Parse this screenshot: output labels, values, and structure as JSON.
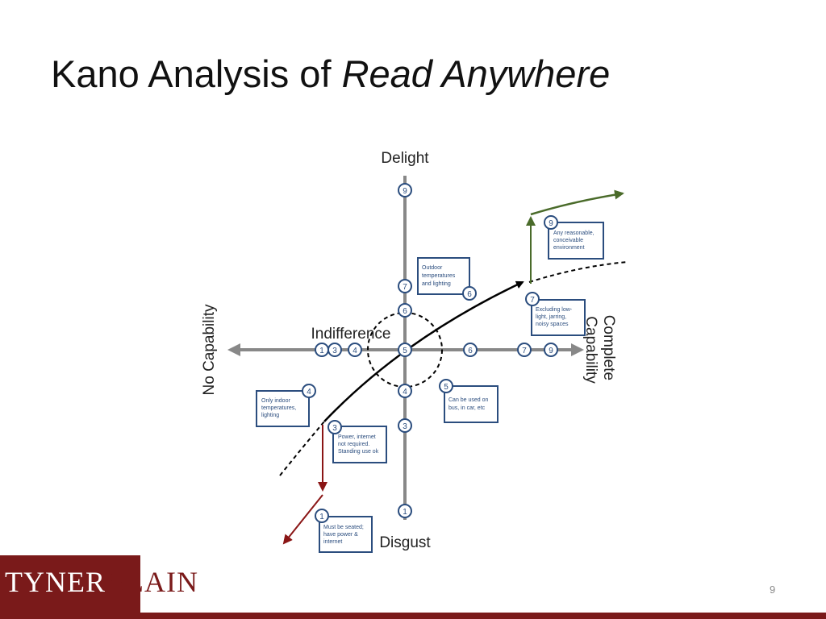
{
  "slide": {
    "title_plain": "Kano Analysis of ",
    "title_italic": "Read Anywhere",
    "page_number": "9"
  },
  "brand": {
    "word1": "TYNER",
    "word2": "BLAIN",
    "color": "#7a1a1a"
  },
  "diagram": {
    "axis_labels": {
      "top": "Delight",
      "bottom": "Disgust",
      "left": "No Capability",
      "right_line1": "Complete",
      "right_line2": "Capability",
      "center": "Indifference"
    },
    "colors": {
      "axis": "#888888",
      "node": "#2b4d7e",
      "green_arrow": "#4a6b2a",
      "red_arrow": "#8a1515",
      "curve": "#000000"
    },
    "nodes": [
      {
        "label": "9"
      },
      {
        "label": "7"
      },
      {
        "label": "6"
      },
      {
        "label": "4"
      },
      {
        "label": "3"
      },
      {
        "label": "1"
      },
      {
        "label": "1"
      },
      {
        "label": "3"
      },
      {
        "label": "4"
      },
      {
        "label": "5"
      },
      {
        "label": "6"
      },
      {
        "label": "7"
      },
      {
        "label": "9"
      },
      {
        "label": "6"
      },
      {
        "label": "9"
      },
      {
        "label": "7"
      },
      {
        "label": "5"
      },
      {
        "label": "4"
      },
      {
        "label": "3"
      },
      {
        "label": "1"
      }
    ],
    "notes": [
      {
        "lines": [
          "Outdoor",
          "temperatures",
          "and lighting"
        ]
      },
      {
        "lines": [
          "Any reasonable,",
          "conceivable",
          "environment"
        ]
      },
      {
        "lines": [
          "Excluding low-",
          "light, jarring,",
          "noisy spaces"
        ]
      },
      {
        "lines": [
          "Can be used on",
          "bus, in car, etc"
        ]
      },
      {
        "lines": [
          "Only indoor",
          "temperatures,",
          "lighting"
        ]
      },
      {
        "lines": [
          "Power, internet",
          "not required.",
          "Standing use ok"
        ]
      },
      {
        "lines": [
          "Must be seated;",
          "have power &",
          "internet"
        ]
      }
    ]
  }
}
